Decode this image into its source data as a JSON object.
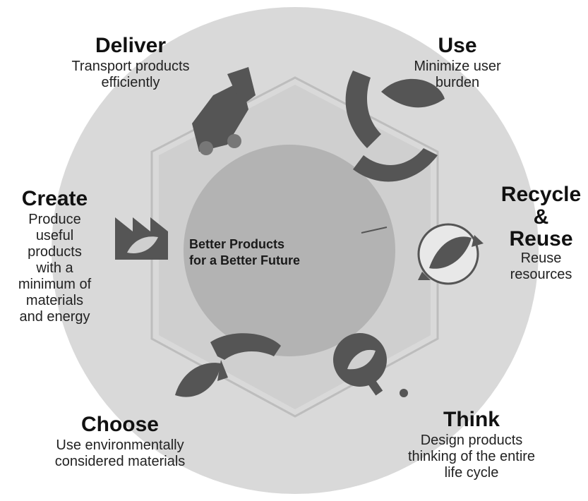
{
  "center": {
    "text": "Better Products\nfor a Better Future"
  },
  "stages": {
    "deliver": {
      "title": "Deliver",
      "description": "Transport products\nefficiently"
    },
    "use": {
      "title": "Use",
      "description": "Minimize user\nburden"
    },
    "recycle": {
      "title": "Recycle\n&\nReuse",
      "description": "Reuse\nresources"
    },
    "think": {
      "title": "Think",
      "description": "Design products\nthinking of the entire\nlife cycle"
    },
    "choose": {
      "title": "Choose",
      "description": "Use environmentally\nconsidered materials"
    },
    "create": {
      "title": "Create",
      "description": "Produce\nuseful\nproducts\nwith a\nminimum of\nmaterials\nand energy"
    }
  },
  "icons": {
    "deliver": "delivery-truck-icon",
    "use": "hands-holding-leaf-icon",
    "recycle": "recycle-arrows-leaf-icon",
    "think": "magnifier-leaf-icon",
    "choose": "hand-picking-leaf-icon",
    "create": "factory-leaf-icon"
  },
  "colors": {
    "outer_ring": "#d6d6d6",
    "inner_ring": "#c4c4c4",
    "center_disc": "#b0b0b0",
    "icon": "#555555"
  }
}
